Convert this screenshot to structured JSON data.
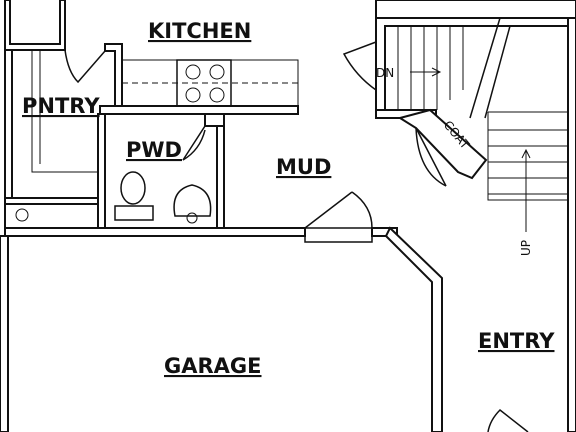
{
  "rooms": {
    "kitchen": "KITCHEN",
    "pantry": "PNTRY",
    "powder": "PWD",
    "mud": "MUD",
    "garage": "GARAGE",
    "entry": "ENTRY"
  },
  "annotations": {
    "stair_down": "DN",
    "coat": "COAT",
    "stair_up": "UP"
  },
  "colors": {
    "line": "#111111",
    "background": "#ffffff"
  }
}
